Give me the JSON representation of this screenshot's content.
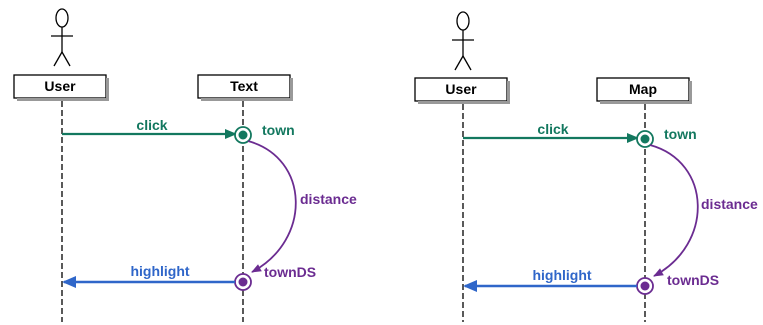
{
  "colors": {
    "green": "#13785f",
    "purple": "#6b2c91",
    "blue": "#2f66c9",
    "black": "#000000"
  },
  "diagrams": [
    {
      "actor_label": "User",
      "object_label": "Text",
      "message_click": "click",
      "label_town": "town",
      "message_distance": "distance",
      "label_townDS": "townDS",
      "message_highlight": "highlight"
    },
    {
      "actor_label": "User",
      "object_label": "Map",
      "message_click": "click",
      "label_town": "town",
      "message_distance": "distance",
      "label_townDS": "townDS",
      "message_highlight": "highlight"
    }
  ]
}
